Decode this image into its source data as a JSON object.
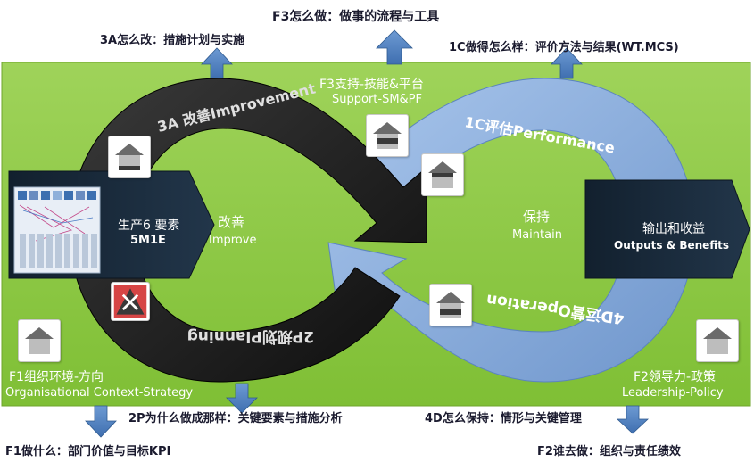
{
  "colors": {
    "green_panel": "#8cc63f",
    "black_loop": "#1f1f1f",
    "blue_loop": "#8eb4e3",
    "arrow_blue": "#4f81bd",
    "dark_box": "#1c2b3a"
  },
  "top_captions": {
    "f3": "F3怎么做：做事的流程与工具",
    "a3": "3A怎么改：措施计划与实施",
    "c1": "1C做得怎么样：评价方法与结果(WT.MCS)"
  },
  "bottom_captions": {
    "p2": "2P为什么做成那样：关键要素与措施分析",
    "d4": "4D怎么保持：情形与关键管理",
    "f1": "F1做什么：部门价值与目标KPI",
    "f2": "F2谁去做：组织与责任绩效"
  },
  "panel": {
    "support_cn": "F3支持-技能&平台",
    "support_en": "Support-SM&PF",
    "f1_cn": "F1组织环境-方向",
    "f1_en": "Organisational Context-Strategy",
    "f2_cn": "F2领导力-政策",
    "f2_en": "Leadership-Policy"
  },
  "loops": {
    "improvement": "3A 改善Improvement",
    "planning": "2P规划Planning",
    "performance": "1C评估Performance",
    "operation": "4D运营Operation"
  },
  "left_box": {
    "cn": "生产6 要素",
    "en": "5M1E"
  },
  "left_center": {
    "cn": "改善",
    "en": "Improve"
  },
  "right_center": {
    "cn": "保持",
    "en": "Maintain"
  },
  "right_box": {
    "cn": "输出和收益",
    "en": "Outputs & Benefits"
  },
  "icons": [
    "house-icon",
    "house-icon",
    "house-icon",
    "house-icon",
    "house-icon",
    "house-icon",
    "warning-icon"
  ]
}
